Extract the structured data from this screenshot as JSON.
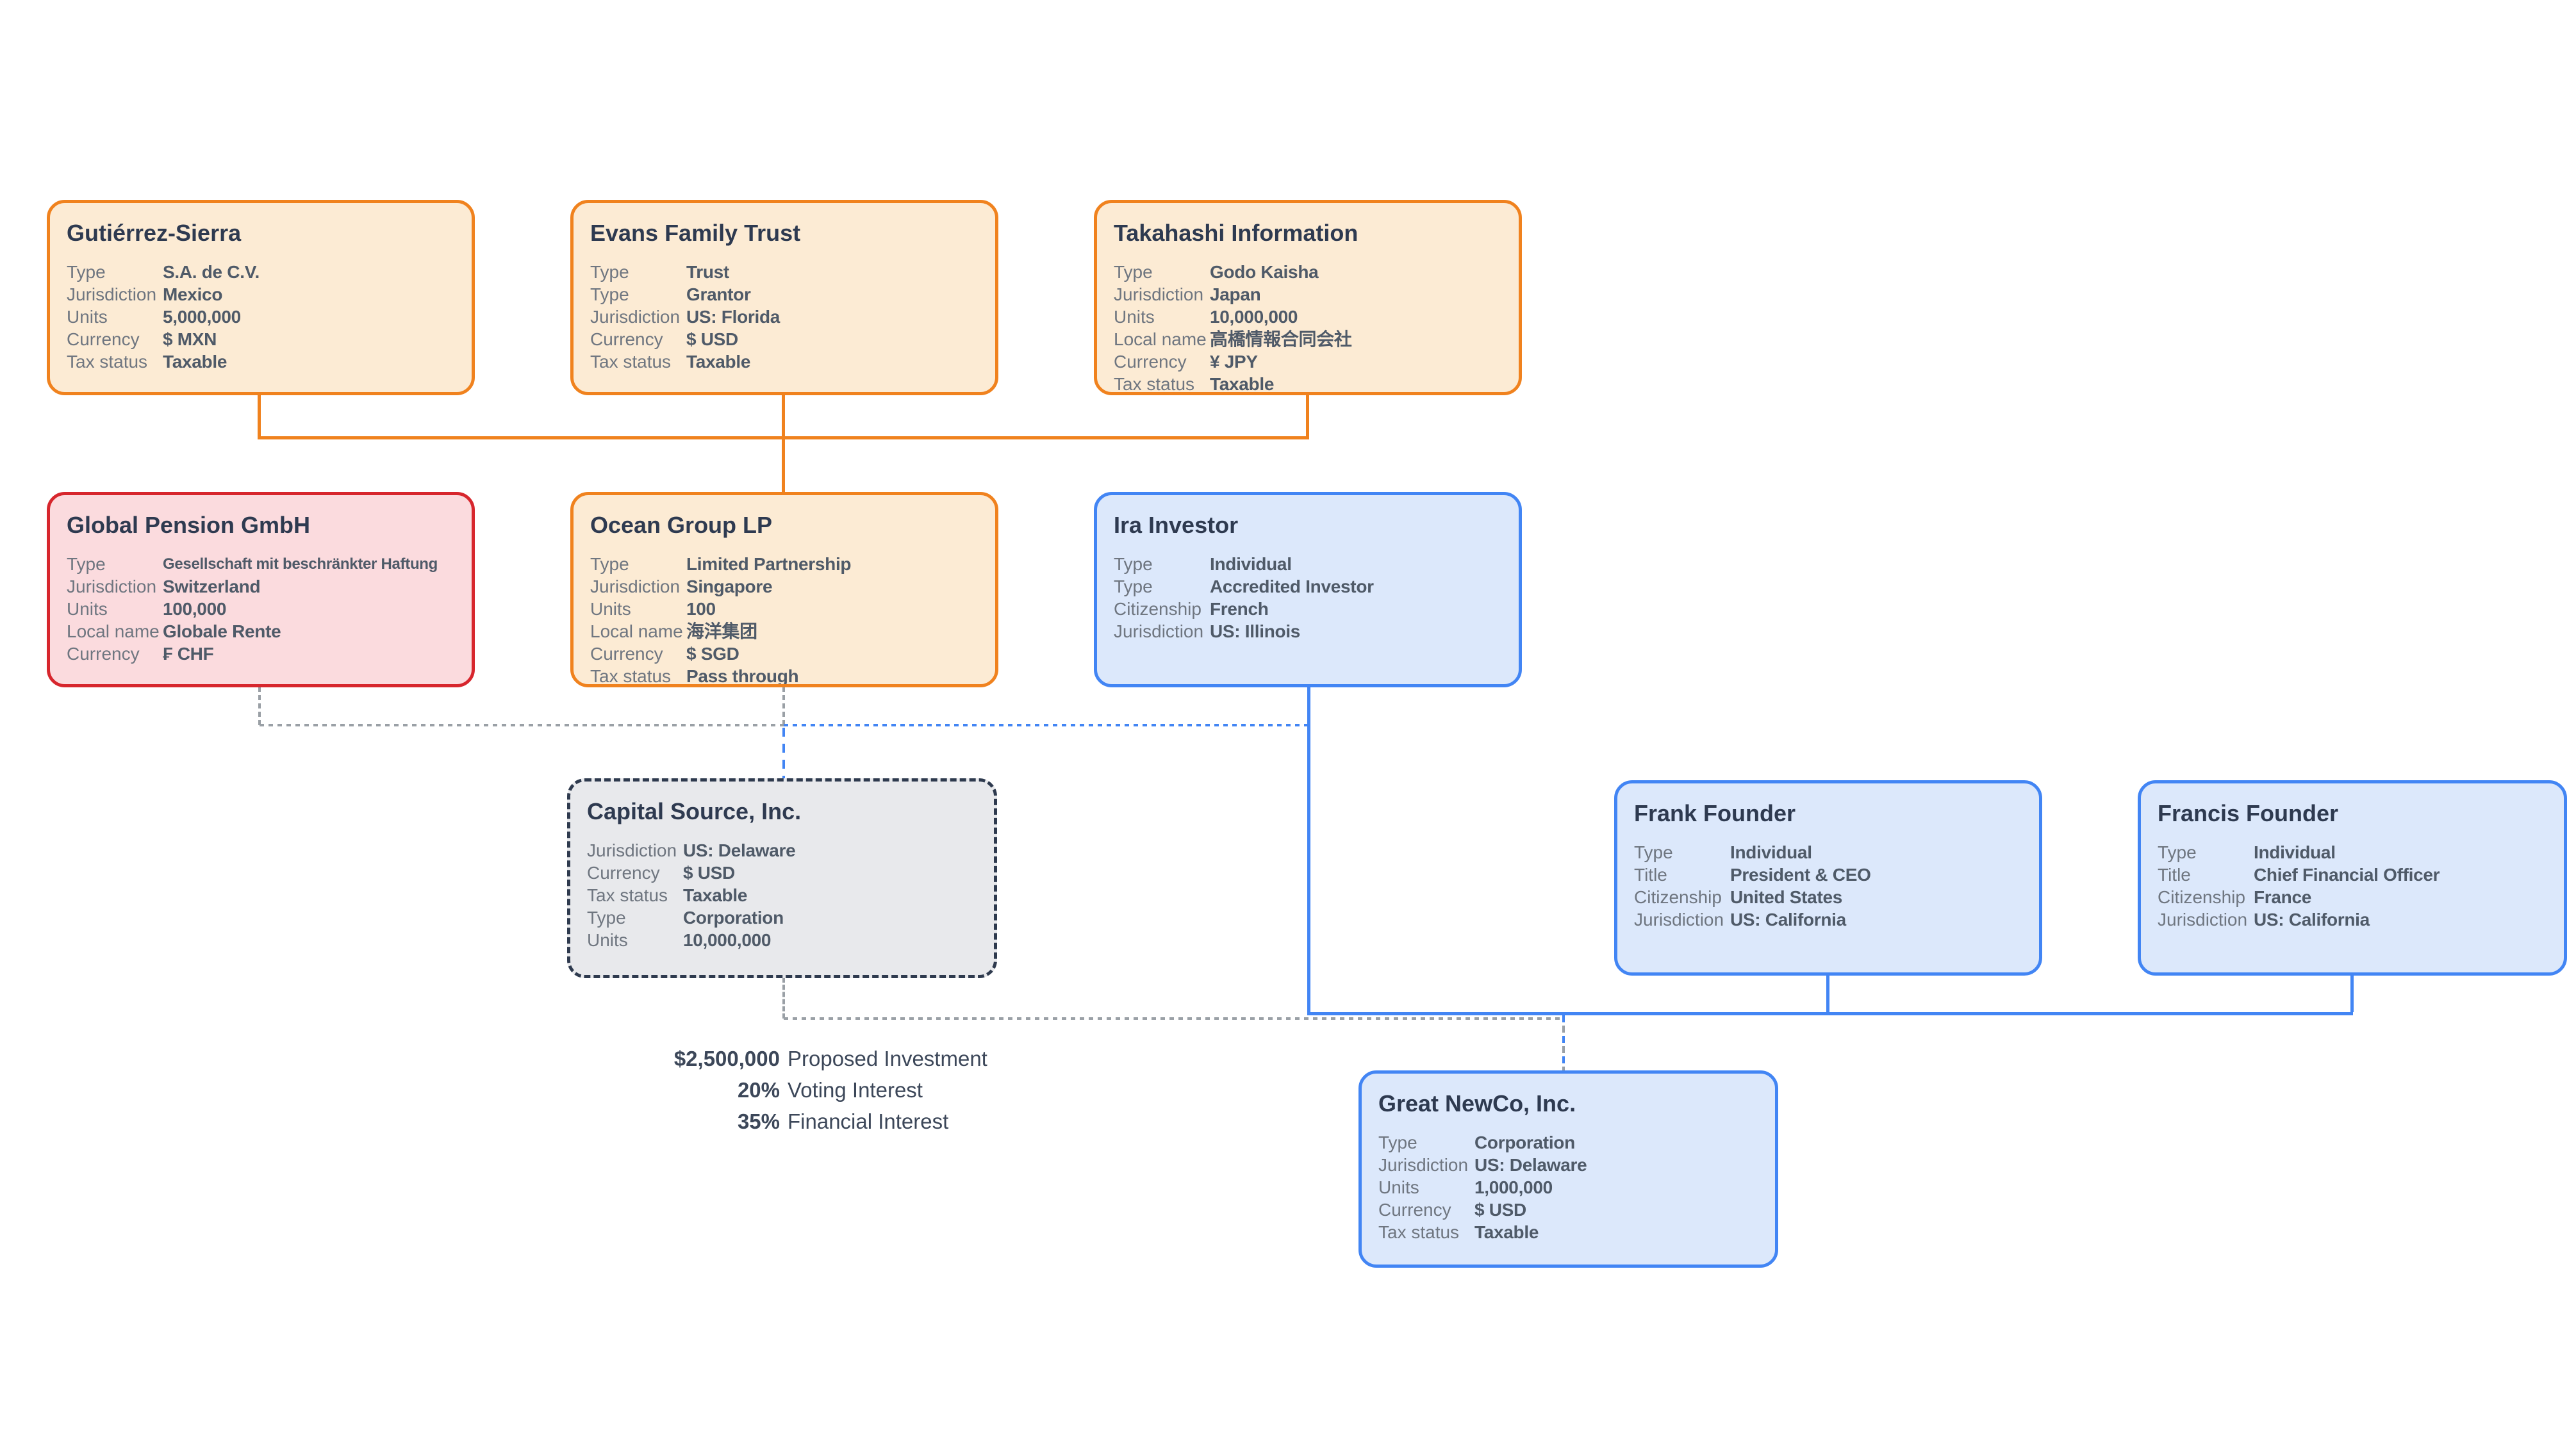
{
  "diagram": {
    "nodes": [
      {
        "id": "gutierrez-sierra",
        "title": "Gutiérrez-Sierra",
        "color": "orange",
        "fields": [
          {
            "label": "Type",
            "value": "S.A. de C.V."
          },
          {
            "label": "Jurisdiction",
            "value": "Mexico"
          },
          {
            "label": "Units",
            "value": "5,000,000"
          },
          {
            "label": "Currency",
            "value": "$ MXN"
          },
          {
            "label": "Tax status",
            "value": "Taxable"
          }
        ]
      },
      {
        "id": "evans-family-trust",
        "title": "Evans Family Trust",
        "color": "orange",
        "fields": [
          {
            "label": "Type",
            "value": "Trust"
          },
          {
            "label": "Type",
            "value": "Grantor"
          },
          {
            "label": "Jurisdiction",
            "value": "US: Florida"
          },
          {
            "label": "Currency",
            "value": "$ USD"
          },
          {
            "label": "Tax status",
            "value": "Taxable"
          }
        ]
      },
      {
        "id": "takahashi-information",
        "title": "Takahashi Information",
        "color": "orange",
        "fields": [
          {
            "label": "Type",
            "value": "Godo Kaisha"
          },
          {
            "label": "Jurisdiction",
            "value": "Japan"
          },
          {
            "label": "Units",
            "value": "10,000,000"
          },
          {
            "label": "Local name",
            "value": "高橋情報合同会社"
          },
          {
            "label": "Currency",
            "value": "¥  JPY"
          },
          {
            "label": "Tax status",
            "value": "Taxable"
          }
        ]
      },
      {
        "id": "global-pension-gmbh",
        "title": "Global Pension GmbH",
        "color": "red",
        "fields": [
          {
            "label": "Type",
            "value": "Gesellschaft mit beschränkter Haftung"
          },
          {
            "label": "Jurisdiction",
            "value": "Switzerland"
          },
          {
            "label": "Units",
            "value": "100,000"
          },
          {
            "label": "Local name",
            "value": "Globale Rente"
          },
          {
            "label": "Currency",
            "value": "₣ CHF"
          }
        ]
      },
      {
        "id": "ocean-group-lp",
        "title": "Ocean Group LP",
        "color": "orange",
        "fields": [
          {
            "label": "Type",
            "value": "Limited Partnership"
          },
          {
            "label": "Jurisdiction",
            "value": "Singapore"
          },
          {
            "label": "Units",
            "value": "100"
          },
          {
            "label": "Local name",
            "value": "海洋集团"
          },
          {
            "label": "Currency",
            "value": "$ SGD"
          },
          {
            "label": "Tax status",
            "value": "Pass through"
          }
        ]
      },
      {
        "id": "ira-investor",
        "title": "Ira Investor",
        "color": "blue",
        "fields": [
          {
            "label": "Type",
            "value": "Individual"
          },
          {
            "label": "Type",
            "value": "Accredited Investor"
          },
          {
            "label": "Citizenship",
            "value": "French"
          },
          {
            "label": "Jurisdiction",
            "value": "US: Illinois"
          }
        ]
      },
      {
        "id": "capital-source-inc",
        "title": "Capital Source, Inc.",
        "color": "gray",
        "fields": [
          {
            "label": "Jurisdiction",
            "value": "US: Delaware"
          },
          {
            "label": "Currency",
            "value": "$ USD"
          },
          {
            "label": "Tax status",
            "value": "Taxable"
          },
          {
            "label": "Type",
            "value": "Corporation"
          },
          {
            "label": "Units",
            "value": "10,000,000"
          }
        ]
      },
      {
        "id": "frank-founder",
        "title": "Frank Founder",
        "color": "blue",
        "fields": [
          {
            "label": "Type",
            "value": "Individual"
          },
          {
            "label": "Title",
            "value": "President & CEO"
          },
          {
            "label": "Citizenship",
            "value": "United States"
          },
          {
            "label": "Jurisdiction",
            "value": "US: California"
          }
        ]
      },
      {
        "id": "francis-founder",
        "title": "Francis Founder",
        "color": "blue",
        "fields": [
          {
            "label": "Type",
            "value": "Individual"
          },
          {
            "label": "Title",
            "value": "Chief Financial Officer"
          },
          {
            "label": "Citizenship",
            "value": "France"
          },
          {
            "label": "Jurisdiction",
            "value": "US: California"
          }
        ]
      },
      {
        "id": "great-newco-inc",
        "title": "Great NewCo, Inc.",
        "color": "blue",
        "fields": [
          {
            "label": "Type",
            "value": "Corporation"
          },
          {
            "label": "Jurisdiction",
            "value": "US: Delaware"
          },
          {
            "label": "Units",
            "value": "1,000,000"
          },
          {
            "label": "Currency",
            "value": "$ USD"
          },
          {
            "label": "Tax status",
            "value": "Taxable"
          }
        ]
      }
    ],
    "annotation": {
      "lines": [
        {
          "value": "$2,500,000",
          "label": "Proposed Investment"
        },
        {
          "value": "20%",
          "label": "Voting Interest"
        },
        {
          "value": "35%",
          "label": "Financial Interest"
        }
      ]
    },
    "colors": {
      "orange": "#F0821E",
      "red": "#D7262D",
      "blue": "#4285F4",
      "gray_node_border": "#2E3A4E",
      "gray_line": "#9AA0A6",
      "fill_orange": "#FCEBD4",
      "fill_red": "#FBDBDE",
      "fill_blue": "#DCE8FB",
      "fill_gray": "#E8E9EC",
      "title_text": "#2E3A50",
      "label_text": "#6F7680",
      "value_text": "#4F5A68"
    }
  }
}
